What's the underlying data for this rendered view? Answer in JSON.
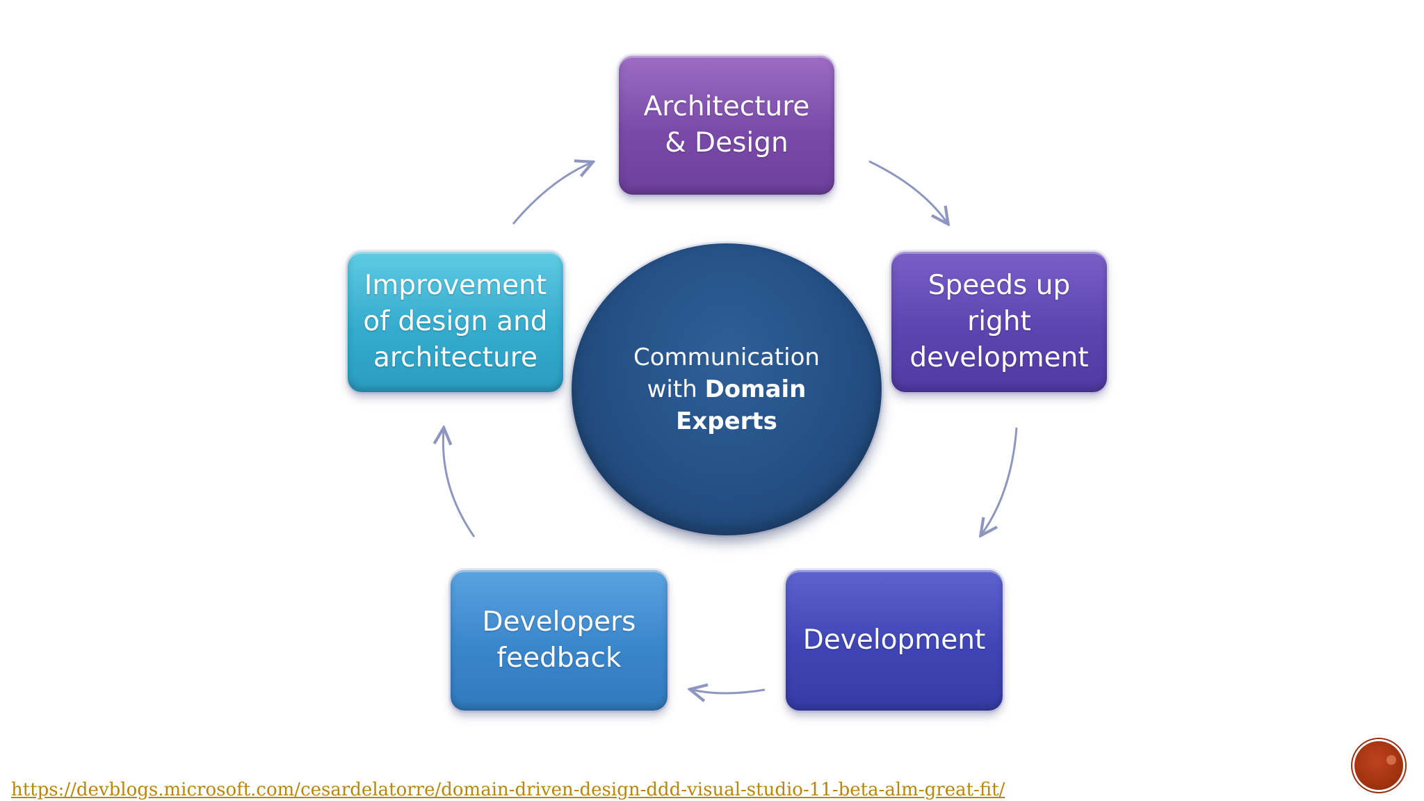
{
  "diagram": {
    "center": {
      "line1": "Communication",
      "line2_prefix": "with ",
      "line2_bold": "Domain",
      "line3_bold": "Experts"
    },
    "nodes": [
      {
        "id": "architecture-design",
        "label": "Architecture\n& Design"
      },
      {
        "id": "speeds-up",
        "label": "Speeds up\nright\ndevelopment"
      },
      {
        "id": "development",
        "label": "Development"
      },
      {
        "id": "developers-feedback",
        "label": "Developers\nfeedback"
      },
      {
        "id": "improvement",
        "label": "Improvement\nof design and\narchitecture"
      }
    ],
    "edges": [
      {
        "from": "architecture-design",
        "to": "speeds-up"
      },
      {
        "from": "speeds-up",
        "to": "development"
      },
      {
        "from": "development",
        "to": "developers-feedback"
      },
      {
        "from": "developers-feedback",
        "to": "improvement"
      },
      {
        "from": "improvement",
        "to": "architecture-design"
      }
    ],
    "colors": {
      "architecture-design": "#7a4aa9",
      "speeds-up": "#5d44b0",
      "development": "#3f45b4",
      "developers-feedback": "#3a86cb",
      "improvement": "#35abcd",
      "center": "#244f84",
      "arrow": "#8e96bf"
    }
  },
  "footer": {
    "link_text": "https://devblogs.microsoft.com/cesardelatorre/domain-driven-design-ddd-visual-studio-11-beta-alm-great-fit/",
    "link_color": "#b8860b",
    "badge_color": "#a2330f"
  }
}
